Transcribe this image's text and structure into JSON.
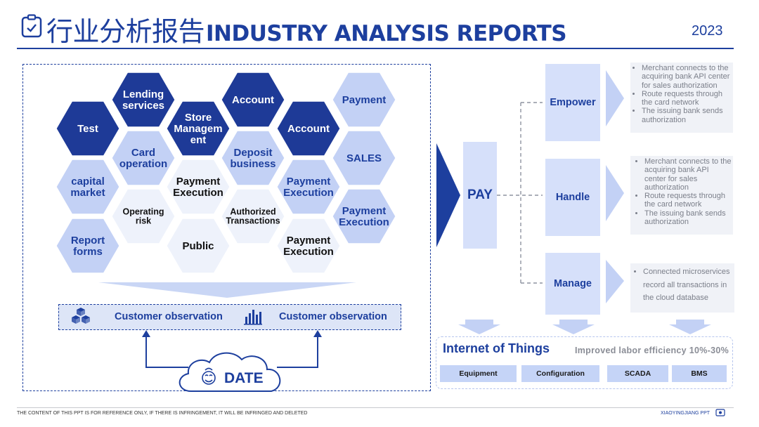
{
  "header": {
    "title_cn": "行业分析报告",
    "title_en": "INDUSTRY ANALYSIS REPORTS",
    "year": "2023"
  },
  "hexagons": [
    {
      "label": [
        "Test"
      ],
      "tone": "dark"
    },
    {
      "label": [
        "Lending",
        "services"
      ],
      "tone": "dark"
    },
    {
      "label": [
        "Store",
        "Managem",
        "ent"
      ],
      "tone": "dark"
    },
    {
      "label": [
        "Account"
      ],
      "tone": "dark"
    },
    {
      "label": [
        "Account"
      ],
      "tone": "dark"
    },
    {
      "label": [
        "Payment"
      ],
      "tone": "light"
    },
    {
      "label": [
        "capital",
        "market"
      ],
      "tone": "light"
    },
    {
      "label": [
        "Card",
        "operation"
      ],
      "tone": "light"
    },
    {
      "label": [
        "Deposit",
        "business"
      ],
      "tone": "light"
    },
    {
      "label": [
        "SALES"
      ],
      "tone": "light"
    },
    {
      "label": [
        "Payment",
        "Execution"
      ],
      "tone": "pale"
    },
    {
      "label": [
        "Payment",
        "Execution"
      ],
      "tone": "light"
    },
    {
      "label": [
        "Operating",
        "risk"
      ],
      "tone": "pale"
    },
    {
      "label": [
        "Authorized",
        "Transactions"
      ],
      "tone": "pale"
    },
    {
      "label": [
        "Payment",
        "Execution"
      ],
      "tone": "light"
    },
    {
      "label": [
        "Report",
        "forms"
      ],
      "tone": "light"
    },
    {
      "label": [
        "Public"
      ],
      "tone": "pale"
    },
    {
      "label": [
        "Payment",
        "Execution"
      ],
      "tone": "pale"
    }
  ],
  "observation": {
    "left": "Customer observation",
    "right": "Customer observation",
    "left_icon": "cubes-icon",
    "right_icon": "bar-chart-icon"
  },
  "cloud": {
    "label": "DATE",
    "icon": "smiley-icon"
  },
  "pay": {
    "label": "PAY"
  },
  "branches": [
    {
      "label": "Empower",
      "desc": [
        "Merchant connects to the acquiring bank API center for sales authorization",
        "Route requests through the card network",
        "The issuing bank sends authorization"
      ]
    },
    {
      "label": "Handle",
      "desc": [
        "Merchant connects to the acquiring bank API center for sales authorization",
        "Route requests through the card network",
        "The issuing bank sends authorization"
      ]
    },
    {
      "label": "Manage",
      "desc": [
        "Connected microservices record all transactions in the cloud database"
      ]
    }
  ],
  "iot": {
    "title": "Internet of Things",
    "subtitle": "Improved labor efficiency 10%-30%",
    "items": [
      "Equipment",
      "Configuration",
      "SCADA",
      "BMS"
    ]
  },
  "footer": {
    "left": "THE CONTENT OF THIS PPT IS FOR REFERENCE ONLY, IF THERE IS INFRINGEMENT, IT WILL BE INFRINGED AND DELETED",
    "right": "XIAOYINGJIANG PPT"
  },
  "colors": {
    "primary": "#1d3f9e",
    "hex_dark": "#1e3a97",
    "hex_light": "#c3d1f5",
    "hex_pale": "#eef2fb",
    "box": "#d6e0fa"
  }
}
